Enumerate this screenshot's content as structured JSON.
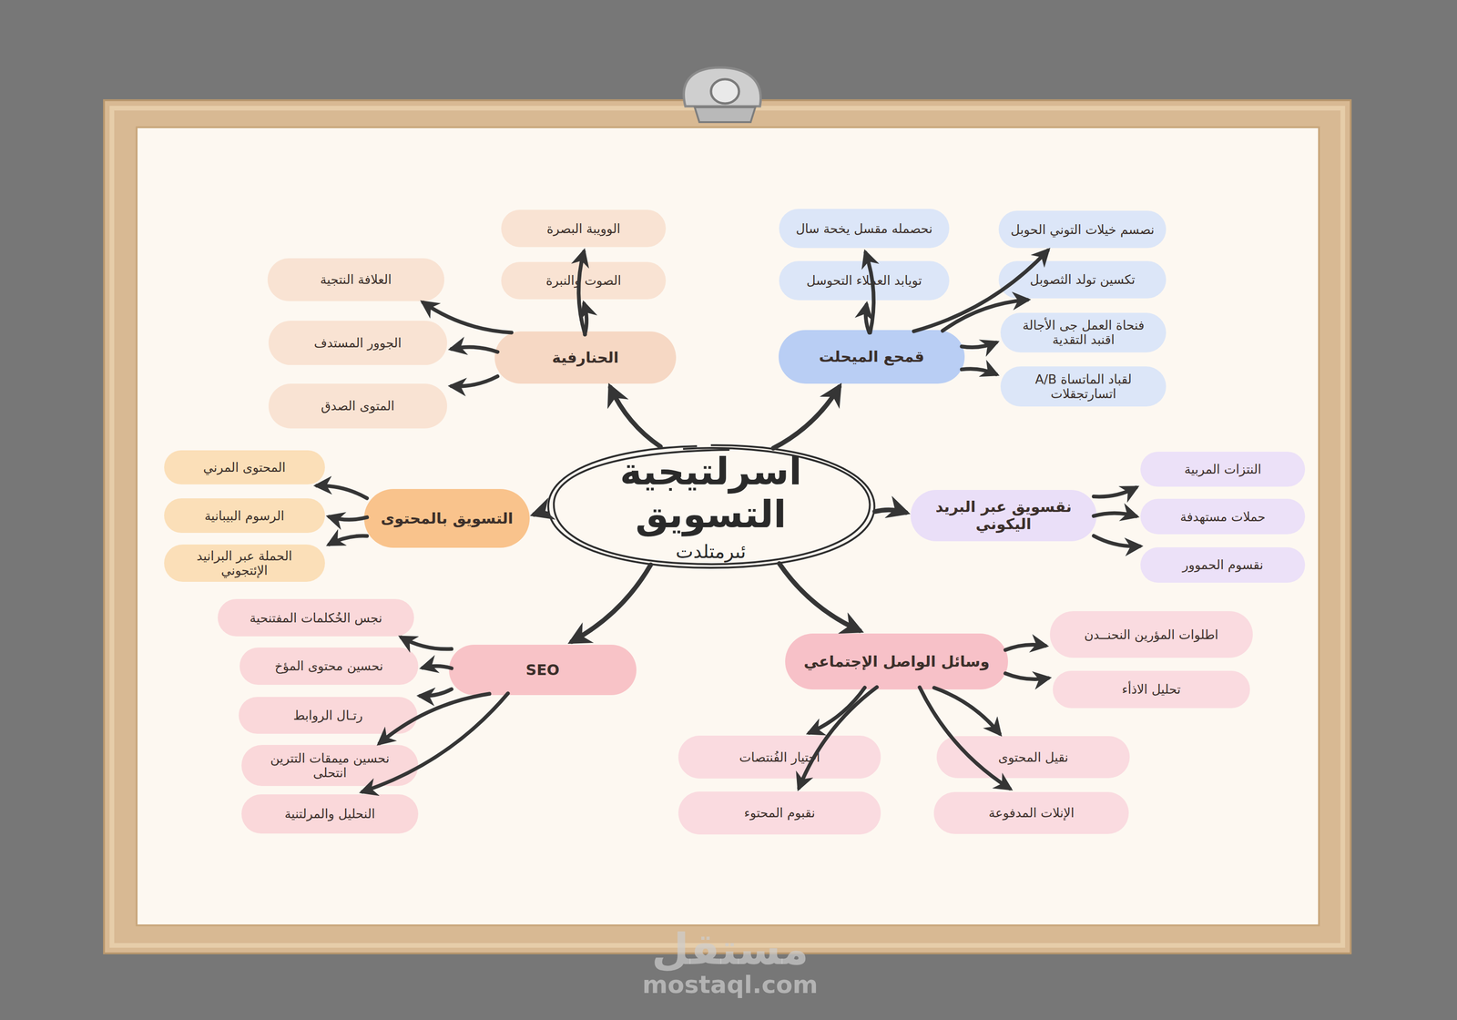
{
  "diagram": {
    "nodes": [
      {
        "text": [
          "اسرلتيجية التسويق",
          "ئىرمتلدت"
        ]
      },
      {
        "text": [
          "الحنارفية"
        ]
      },
      {
        "text": [
          "الوويبة البصرة"
        ]
      },
      {
        "text": [
          "الصوت والنبرة"
        ]
      },
      {
        "text": [
          "العلافة النتجية"
        ]
      },
      {
        "text": [
          "الجوور المستدف"
        ]
      },
      {
        "text": [
          "المتوى الصدق"
        ]
      },
      {
        "text": [
          "قمحع الميحلت"
        ]
      },
      {
        "text": [
          "نحصمله مقسل يخحة سال"
        ]
      },
      {
        "text": [
          "تويابد العملاء التحوسل"
        ]
      },
      {
        "text": [
          "نصسم خيلات التوني الحوبل"
        ]
      },
      {
        "text": [
          "تكسين تولد الثصوبل"
        ]
      },
      {
        "text": [
          "فنحاة العمل جى الأجالة اقنبد التقدية"
        ]
      },
      {
        "text": [
          "لقباد الماتساة A/B اتسارتجقلات"
        ]
      },
      {
        "text": [
          "نقسويق عبر البريد اليكوني"
        ]
      },
      {
        "text": [
          "النتزات المربية"
        ]
      },
      {
        "text": [
          "حملات مستهدفة"
        ]
      },
      {
        "text": [
          "نقسوم الحموور"
        ]
      },
      {
        "text": [
          "وسائل الواصل الإجتماعي"
        ]
      },
      {
        "text": [
          "اطلوات المؤرين النحنــدن"
        ]
      },
      {
        "text": [
          "تحليل الاذأء"
        ]
      },
      {
        "text": [
          "احتيار الفُنتصات"
        ]
      },
      {
        "text": [
          "نقبوم المحتوء"
        ]
      },
      {
        "text": [
          "نقيل المحتوى"
        ]
      },
      {
        "text": [
          "الإنلات المدفوعة"
        ]
      },
      {
        "text": [
          "SEO"
        ]
      },
      {
        "text": [
          "نجس الخُكلمات المفتنحية"
        ]
      },
      {
        "text": [
          "نحسين محتوى المؤخ"
        ]
      },
      {
        "text": [
          "رتـال الروابط"
        ]
      },
      {
        "text": [
          "نحسين ميمقات التترين انتحلى"
        ]
      },
      {
        "text": [
          "النحليل والمرلتنية"
        ]
      },
      {
        "text": [
          "التسويق بالمحتوى"
        ]
      },
      {
        "text": [
          "المحتوى المرني"
        ]
      },
      {
        "text": [
          "الرسوم البيبانية"
        ]
      },
      {
        "text": [
          "الحملة عبر البرانيد الإئتجوني"
        ]
      }
    ],
    "edges": [
      {
        "from": 0,
        "to": 1,
        "arrow": "to"
      },
      {
        "from": 0,
        "to": 7,
        "arrow": "to"
      },
      {
        "from": 0,
        "to": 14,
        "arrow": "to"
      },
      {
        "from": 0,
        "to": 18,
        "arrow": "to"
      },
      {
        "from": 0,
        "to": 25,
        "arrow": "to"
      },
      {
        "from": 0,
        "to": 31,
        "arrow": "to"
      },
      {
        "from": 1,
        "to": 2,
        "arrow": "to"
      },
      {
        "from": 1,
        "to": 3,
        "arrow": "to"
      },
      {
        "from": 1,
        "to": 4,
        "arrow": "to"
      },
      {
        "from": 1,
        "to": 5,
        "arrow": "to"
      },
      {
        "from": 1,
        "to": 6,
        "arrow": "to"
      },
      {
        "from": 7,
        "to": 8,
        "arrow": "to"
      },
      {
        "from": 7,
        "to": 9,
        "arrow": "to"
      },
      {
        "from": 7,
        "to": 10,
        "arrow": "to"
      },
      {
        "from": 7,
        "to": 11,
        "arrow": "to"
      },
      {
        "from": 7,
        "to": 12,
        "arrow": "to"
      },
      {
        "from": 7,
        "to": 13,
        "arrow": "to"
      },
      {
        "from": 14,
        "to": 15,
        "arrow": "to"
      },
      {
        "from": 14,
        "to": 16,
        "arrow": "to"
      },
      {
        "from": 14,
        "to": 17,
        "arrow": "to"
      },
      {
        "from": 18,
        "to": 19,
        "arrow": "to"
      },
      {
        "from": 18,
        "to": 20,
        "arrow": "to"
      },
      {
        "from": 18,
        "to": 21,
        "arrow": "to"
      },
      {
        "from": 18,
        "to": 22,
        "arrow": "to"
      },
      {
        "from": 18,
        "to": 23,
        "arrow": "to"
      },
      {
        "from": 18,
        "to": 24,
        "arrow": "to"
      },
      {
        "from": 25,
        "to": 26,
        "arrow": "to"
      },
      {
        "from": 25,
        "to": 27,
        "arrow": "to"
      },
      {
        "from": 25,
        "to": 28,
        "arrow": "to"
      },
      {
        "from": 25,
        "to": 29,
        "arrow": "to"
      },
      {
        "from": 25,
        "to": 30,
        "arrow": "to"
      },
      {
        "from": 31,
        "to": 32,
        "arrow": "to"
      },
      {
        "from": 31,
        "to": 33,
        "arrow": "to"
      },
      {
        "from": 31,
        "to": 34,
        "arrow": "to"
      }
    ],
    "labels": [
      "مستقل",
      "mostaql.com"
    ]
  }
}
